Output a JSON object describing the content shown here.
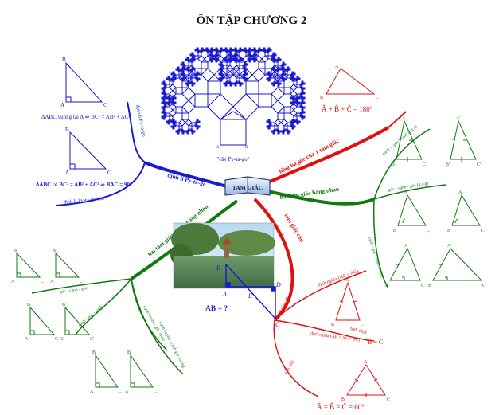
{
  "title": "ÔN TẬP CHƯƠNG 2",
  "center": {
    "label": "TAM GIÁC"
  },
  "tree": {
    "caption": "\"cây Py-ta-go\"",
    "labels": {
      "A": "A",
      "B": "B"
    }
  },
  "colors": {
    "blue": "#1a1ad0",
    "red": "#e01010",
    "green": "#107a10",
    "text": "#111111"
  },
  "blue_branch": {
    "label": "định lí Py-ta-go",
    "sub1_label": "định lí Py-ta-go",
    "sub2_label": "định lí Py-ta-go đảo",
    "formula1": "ΔABC vuông tại A ⇒ BC² = AB² + AC²",
    "formula2": "ΔABC có BC² = AB² + AC² ⇒ BAC = 90°",
    "tri1": {
      "A": "A",
      "B": "B",
      "C": "C"
    },
    "tri2": {
      "A": "A",
      "B": "B",
      "C": "C"
    }
  },
  "red_top_branch": {
    "label": "tổng ba góc của 1 tam giác",
    "formula": "Â + B̂ + Ĉ = 180°",
    "tri": {
      "A": "A",
      "B": "B",
      "C": "C"
    }
  },
  "green_right_branch": {
    "label": "hai tam giác bằng nhau",
    "sub_labels": [
      "cạnh - cạnh - cạnh (c.c.c)",
      "góc - cạnh - góc (g.c.g)",
      "cạnh - góc - cạnh (c.g.c)"
    ],
    "pts": {
      "A": "A",
      "B": "B",
      "C": "C",
      "A1": "A'",
      "B1": "B'",
      "C1": "C'"
    }
  },
  "red_bottom_branch": {
    "label": "tam giác cân",
    "sub_labels": {
      "def1": "định nghĩa (AB = AC)",
      "prop1": "tính chất",
      "tri_deu": "tam giác đều",
      "def2": "định nghĩa (AB = AC = BC)",
      "prop2": "tính chất"
    },
    "angle_eq": "B̂ = Ĉ",
    "formula": "Â = B̂ = Ĉ = 60°",
    "tri1": {
      "A": "A",
      "B": "B",
      "C": "C"
    },
    "tri2": {
      "A": "A",
      "B": "B",
      "C": "C"
    }
  },
  "green_left_branch": {
    "label": "hai tam giác vuông bằng nhau",
    "sub_labels": [
      "góc - cạnh - góc",
      "cạnh - góc - cạnh",
      "cạnh huyền - góc nhọn",
      "cạnh huyền - cạnh góc vuông"
    ],
    "pts": {
      "A": "A",
      "B": "B",
      "C": "C",
      "A1": "A'",
      "B1": "B'",
      "C1": "C'"
    }
  },
  "photo": {
    "question": "AB = ?",
    "labels": {
      "A": "A",
      "B": "B",
      "C": "C",
      "D": "D",
      "E": "E"
    }
  }
}
